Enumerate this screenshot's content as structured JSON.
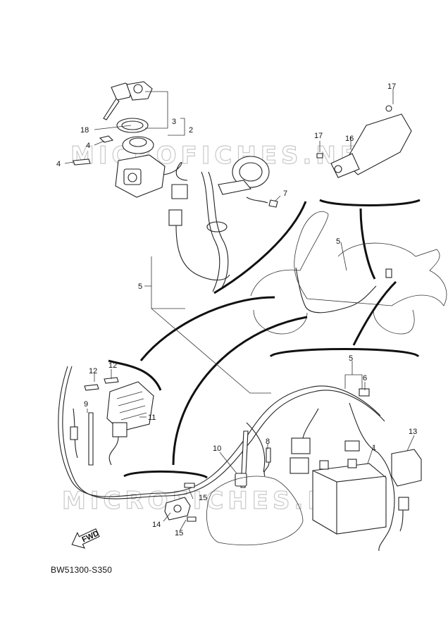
{
  "diagram": {
    "code": "BW51300-S350",
    "watermark": "MICROFICHES.NET",
    "fwd_label": "FWD",
    "callouts": [
      {
        "id": "c1",
        "label": "1"
      },
      {
        "id": "c2",
        "label": "2"
      },
      {
        "id": "c3",
        "label": "3"
      },
      {
        "id": "c4a",
        "label": "4"
      },
      {
        "id": "c4b",
        "label": "4"
      },
      {
        "id": "c5a",
        "label": "5"
      },
      {
        "id": "c5b",
        "label": "5"
      },
      {
        "id": "c5c",
        "label": "5"
      },
      {
        "id": "c6",
        "label": "6"
      },
      {
        "id": "c7",
        "label": "7"
      },
      {
        "id": "c8",
        "label": "8"
      },
      {
        "id": "c9",
        "label": "9"
      },
      {
        "id": "c10",
        "label": "10"
      },
      {
        "id": "c11",
        "label": "11"
      },
      {
        "id": "c12a",
        "label": "12"
      },
      {
        "id": "c12b",
        "label": "12"
      },
      {
        "id": "c13",
        "label": "13"
      },
      {
        "id": "c14",
        "label": "14"
      },
      {
        "id": "c15a",
        "label": "15"
      },
      {
        "id": "c15b",
        "label": "15"
      },
      {
        "id": "c16",
        "label": "16"
      },
      {
        "id": "c17a",
        "label": "17"
      },
      {
        "id": "c17b",
        "label": "17"
      },
      {
        "id": "c18",
        "label": "18"
      }
    ]
  }
}
